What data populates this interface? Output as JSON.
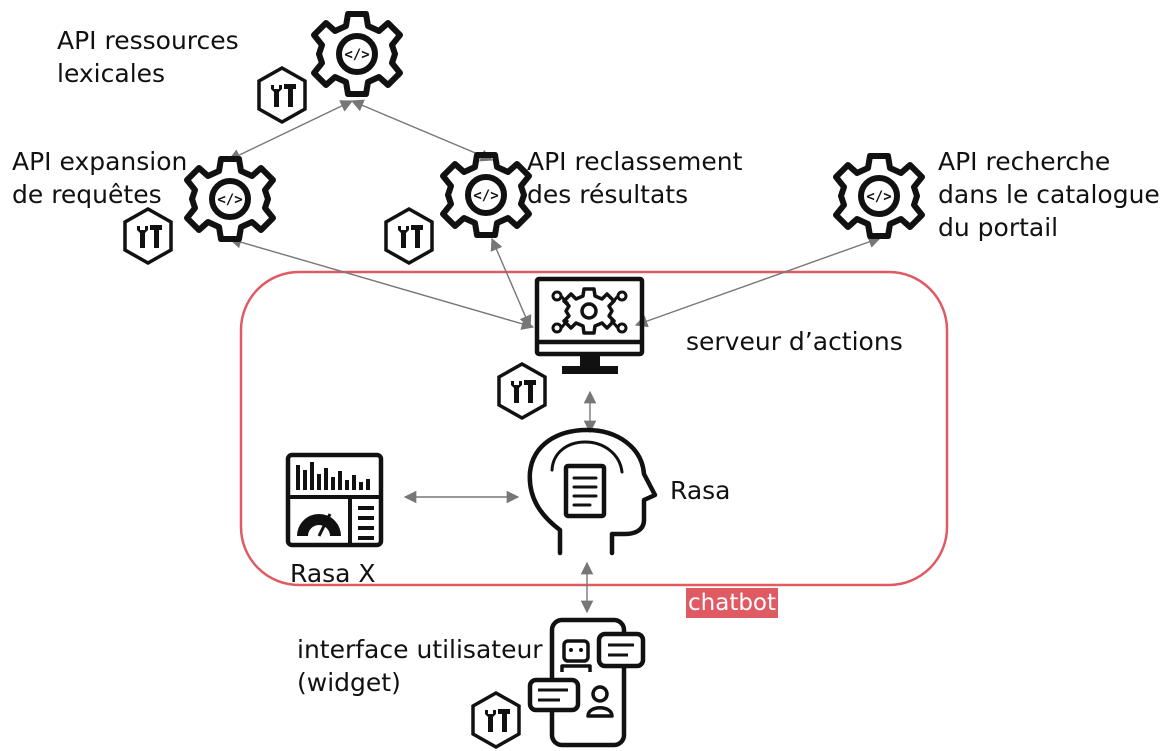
{
  "labels": {
    "api_lexical": "API ressources\nlexicales",
    "api_expansion": "API expansion\nde requêtes",
    "api_rerank": "API reclassement\ndes résultats",
    "api_search": "API recherche\ndans le catalogue\ndu portail",
    "action_server": "serveur d’actions",
    "rasa": "Rasa",
    "rasa_x": "Rasa X",
    "user_interface": "interface utilisateur\n(widget)",
    "chatbot": "chatbot"
  },
  "colors": {
    "boundary": "#e05a63",
    "chatbot_tag_bg": "#e05a63",
    "arrow": "#777777",
    "icon": "#111111"
  },
  "icons": {
    "api": "gear-code-icon",
    "tools": "tools-hexagon-icon",
    "action_server": "monitor-gears-icon",
    "rasa": "ai-head-document-icon",
    "rasa_x": "dashboard-icon",
    "user_interface": "phone-chat-icon"
  }
}
